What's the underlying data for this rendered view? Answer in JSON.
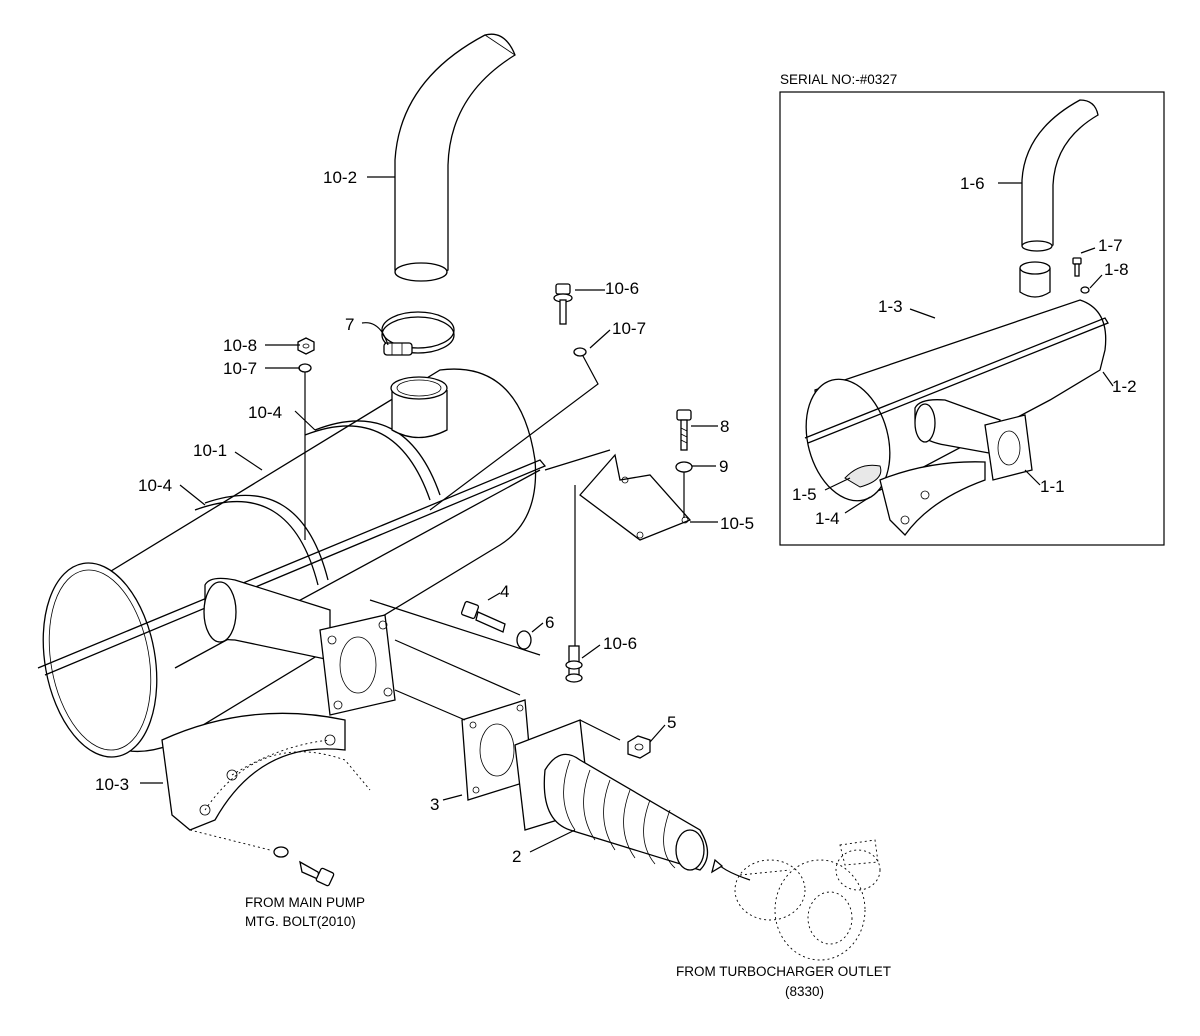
{
  "inset": {
    "title": "SERIAL NO:-#0327",
    "labels": {
      "l1_1": "1-1",
      "l1_2": "1-2",
      "l1_3": "1-3",
      "l1_4": "1-4",
      "l1_5": "1-5",
      "l1_6": "1-6",
      "l1_7": "1-7",
      "l1_8": "1-8"
    }
  },
  "labels": {
    "l2": "2",
    "l3": "3",
    "l4": "4",
    "l5": "5",
    "l6": "6",
    "l7": "7",
    "l8": "8",
    "l9": "9",
    "l10_1": "10-1",
    "l10_2": "10-2",
    "l10_3": "10-3",
    "l10_4a": "10-4",
    "l10_4b": "10-4",
    "l10_5": "10-5",
    "l10_6a": "10-6",
    "l10_6b": "10-6",
    "l10_7a": "10-7",
    "l10_7b": "10-7",
    "l10_8": "10-8"
  },
  "notes": {
    "pump_line1": "FROM MAIN PUMP",
    "pump_line2": "MTG. BOLT(2010)",
    "turbo_line1": "FROM TURBOCHARGER OUTLET",
    "turbo_line2": "(8330)"
  }
}
